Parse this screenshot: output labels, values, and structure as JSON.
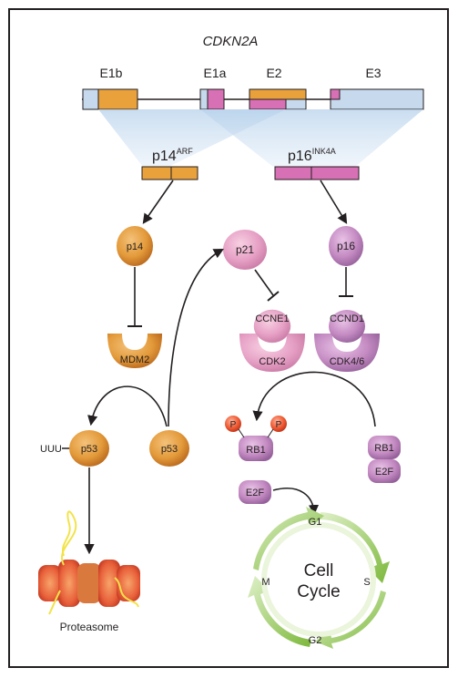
{
  "gene": "CDKN2A",
  "exons": {
    "e1b": "E1b",
    "e1a": "E1a",
    "e2": "E2",
    "e3": "E3"
  },
  "transcripts": {
    "arf": {
      "base": "p14",
      "sup": "ARF"
    },
    "ink4a": {
      "base": "p16",
      "sup": "INK4A"
    }
  },
  "proteins": {
    "p14": "p14",
    "p21": "p21",
    "p16": "p16",
    "mdm2": "MDM2",
    "ccne1": "CCNE1",
    "cdk2": "CDK2",
    "ccnd1": "CCND1",
    "cdk46": "CDK4/6",
    "p53_ub": "p53",
    "p53": "p53",
    "ubiquitin": "UUU",
    "phospho_1": "P",
    "phospho_2": "P",
    "rb1_phos": "RB1",
    "rb1": "RB1",
    "e2f_bound": "E2F",
    "e2f": "E2F",
    "proteasome": "Proteasome"
  },
  "cell_cycle": {
    "title_line1": "Cell",
    "title_line2": "Cycle",
    "g1": "G1",
    "s": "S",
    "g2": "G2",
    "m": "M"
  },
  "colors": {
    "orange": "#e9a13b",
    "orange_dark": "#c9761e",
    "magenta": "#d870b5",
    "magenta_dark": "#a24a8f",
    "pink_light": "#e9a6c8",
    "purple": "#c58fc3",
    "blue_light": "#c7d9ec",
    "green": "#8cc63f",
    "red": "#e84a2b",
    "frame": "#231f20"
  }
}
